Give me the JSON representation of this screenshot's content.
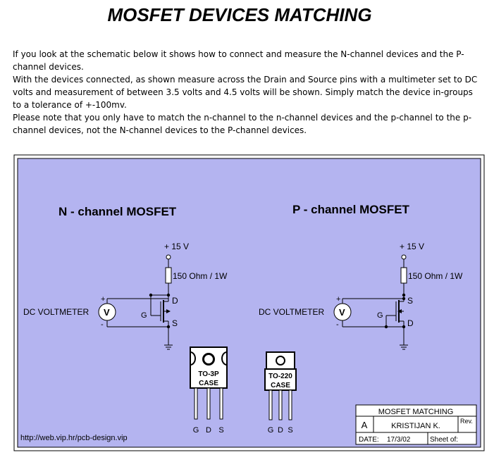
{
  "page": {
    "title": "MOSFET DEVICES MATCHING",
    "paragraphs": [
      "If you look at the schematic below it shows how to connect and measure the N-channel devices and the P-channel devices.",
      "With the devices connected, as shown measure across the Drain and Source pins with a multimeter set to DC volts and measurement of between 3.5 volts and 4.5 volts will be shown. Simply match the device in-groups to a tolerance of +-100mv.",
      "Please note that you only have to match the n-channel to the n-channel devices and the p-channel to the p-channel devices, not the N-channel devices to the P-channel devices."
    ]
  },
  "schematic": {
    "colors": {
      "background": "#b4b4f0",
      "ink": "#000000",
      "package": "#ffffff"
    },
    "n_channel": {
      "title": "N - channel MOSFET",
      "supply": "+ 15 V",
      "resistor": "150 Ohm / 1W",
      "meter": "DC VOLTMETER",
      "meter_symbol": "V",
      "plus": "+",
      "minus": "-",
      "gate": "G",
      "top_pin": "D",
      "bottom_pin": "S"
    },
    "p_channel": {
      "title": "P - channel MOSFET",
      "supply": "+ 15 V",
      "resistor": "150 Ohm / 1W",
      "meter": "DC VOLTMETER",
      "meter_symbol": "V",
      "plus": "+",
      "minus": "-",
      "gate": "G",
      "top_pin": "S",
      "bottom_pin": "D"
    },
    "packages": [
      {
        "name": "TO-3P",
        "case": "CASE",
        "pins": [
          "G",
          "D",
          "S"
        ]
      },
      {
        "name": "TO-220",
        "case": "CASE",
        "pins": [
          "G",
          "D",
          "S"
        ]
      }
    ],
    "url": "http://web.vip.hr/pcb-design.vip",
    "title_block": {
      "title": "MOSFET MATCHING",
      "rev_code": "A",
      "author": "KRISTIJAN K.",
      "rev_label": "Rev.",
      "date_label": "DATE:",
      "date": "17/3/02",
      "sheet_label": "Sheet of:"
    }
  }
}
